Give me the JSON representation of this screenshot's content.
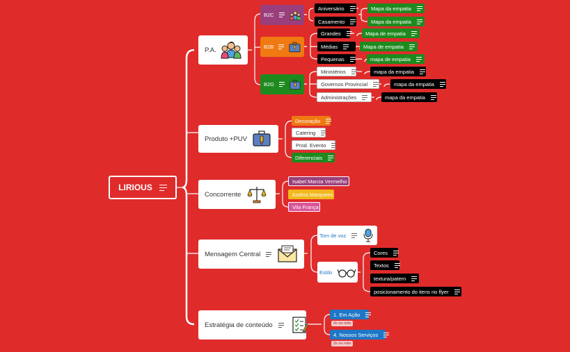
{
  "root": {
    "label": "LIRIOUS"
  },
  "branches": {
    "pa": {
      "label": "P.A."
    },
    "produto": {
      "label": "Produto +PUV"
    },
    "concorrente": {
      "label": "Concorrente"
    },
    "mensagem": {
      "label": "Mensagem Central"
    },
    "estrategia": {
      "label": "Estratégia de conteúdo"
    }
  },
  "segments": {
    "b2c": "B2C",
    "b2b": "B2B",
    "b2g": "B2G"
  },
  "b2c_items": [
    "Aniversário",
    "Casamento"
  ],
  "b2b_items": [
    "Grandes",
    "Médias",
    "Pequenas"
  ],
  "b2g_items": [
    "Ministérios",
    "Governos Provincial",
    "Administrações"
  ],
  "empatia": [
    "Mapa da empatia",
    "Mapa da empatia",
    "Mapa de empatia",
    "Mapa de empatia",
    "mapa de empatia",
    "mapa da empatia",
    "mapa da empatia",
    "mapa da empatia"
  ],
  "produto_items": [
    "Decoração",
    "Catering",
    "Prod. Evento",
    "Diferenciais"
  ],
  "concorrente_items": [
    "Isabel Marcia Vermelho",
    "Justina Marquees",
    "Vila França"
  ],
  "mensagem_items": {
    "tom": "Tom de voz",
    "estilo": "Estilo"
  },
  "estilo_items": [
    "Cores",
    "Textos",
    "textura/patern",
    "posicionamento do itens no flyer"
  ],
  "estrategia_items": [
    {
      "label": "1. Em Ação",
      "freq": "4x no mês"
    },
    {
      "label": "4. Nossos Serviços",
      "freq": "3x no mês"
    }
  ],
  "colors": {
    "background": "#e02b2b",
    "green": "#1e8a1e",
    "orange": "#ef7a12",
    "purple": "#9a3f7c",
    "blue": "#1e77c6",
    "black": "#000000"
  },
  "icons": {
    "pa": "people-group-icon",
    "produto": "briefcase-icon",
    "concorrente": "balance-scale-icon",
    "mensagem": "envelope-icon",
    "estrategia": "checklist-icon",
    "tom": "microphone-icon",
    "estilo": "glasses-icon",
    "b2c": "family-icon",
    "b2b": "briefcase-icon",
    "b2g": "briefcase-icon",
    "notes": "notes-lines-icon"
  }
}
